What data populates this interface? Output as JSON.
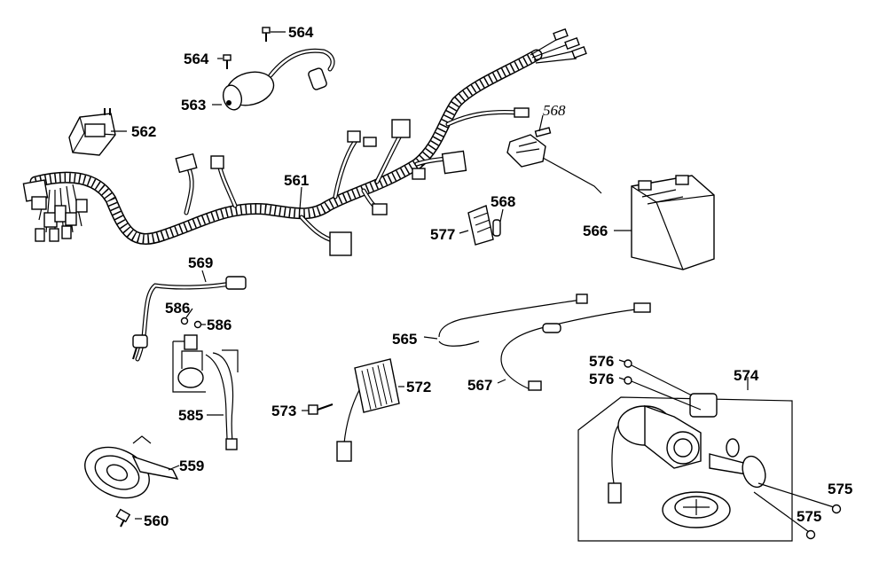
{
  "diagram": {
    "callouts": [
      {
        "id": "c564a",
        "text": "564"
      },
      {
        "id": "c564b",
        "text": "564"
      },
      {
        "id": "c563",
        "text": "563"
      },
      {
        "id": "c562",
        "text": "562"
      },
      {
        "id": "c561",
        "text": "561"
      },
      {
        "id": "c568a",
        "text": "568"
      },
      {
        "id": "c568b",
        "text": "568"
      },
      {
        "id": "c577",
        "text": "577"
      },
      {
        "id": "c566",
        "text": "566"
      },
      {
        "id": "c569",
        "text": "569"
      },
      {
        "id": "c586a",
        "text": "586"
      },
      {
        "id": "c586b",
        "text": "586"
      },
      {
        "id": "c585",
        "text": "585"
      },
      {
        "id": "c572",
        "text": "572"
      },
      {
        "id": "c573",
        "text": "573"
      },
      {
        "id": "c565",
        "text": "565"
      },
      {
        "id": "c567",
        "text": "567"
      },
      {
        "id": "c576a",
        "text": "576"
      },
      {
        "id": "c576b",
        "text": "576"
      },
      {
        "id": "c574",
        "text": "574"
      },
      {
        "id": "c575a",
        "text": "575"
      },
      {
        "id": "c575b",
        "text": "575"
      },
      {
        "id": "c559",
        "text": "559"
      },
      {
        "id": "c560",
        "text": "560"
      }
    ]
  }
}
